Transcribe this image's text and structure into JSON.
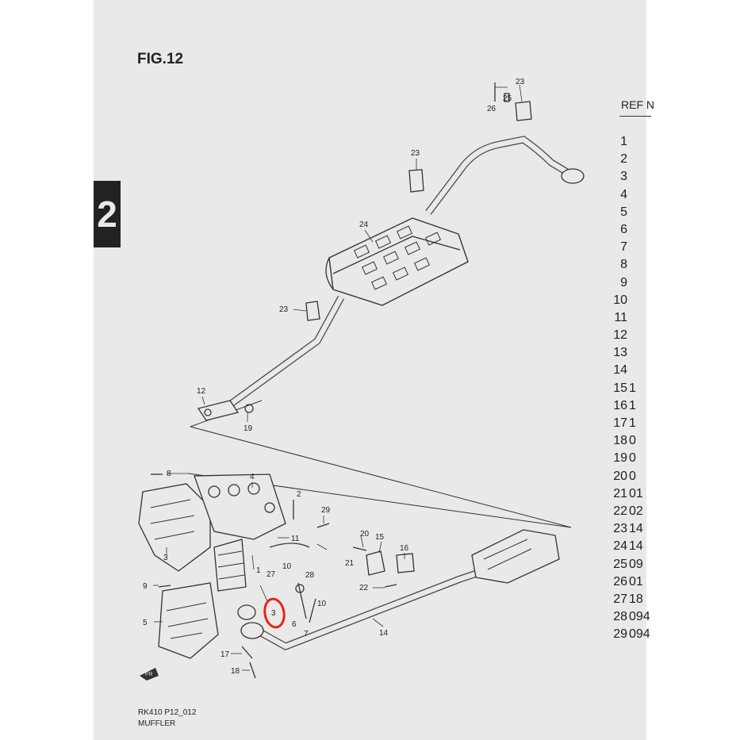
{
  "tab_number": "2",
  "figure_title": "FIG.12",
  "ref_header": "REF N",
  "ref_rows": [
    {
      "num": "1",
      "code": ""
    },
    {
      "num": "2",
      "code": ""
    },
    {
      "num": "3",
      "code": ""
    },
    {
      "num": "4",
      "code": ""
    },
    {
      "num": "5",
      "code": ""
    },
    {
      "num": "6",
      "code": ""
    },
    {
      "num": "7",
      "code": ""
    },
    {
      "num": "8",
      "code": ""
    },
    {
      "num": "9",
      "code": ""
    },
    {
      "num": "10",
      "code": ""
    },
    {
      "num": "11",
      "code": ""
    },
    {
      "num": "12",
      "code": ""
    },
    {
      "num": "13",
      "code": ""
    },
    {
      "num": "14",
      "code": ""
    },
    {
      "num": "15",
      "code": "1"
    },
    {
      "num": "16",
      "code": "1"
    },
    {
      "num": "17",
      "code": "1"
    },
    {
      "num": "18",
      "code": "0"
    },
    {
      "num": "19",
      "code": "0"
    },
    {
      "num": "20",
      "code": "0"
    },
    {
      "num": "21",
      "code": "01"
    },
    {
      "num": "22",
      "code": "02"
    },
    {
      "num": "23",
      "code": "14"
    },
    {
      "num": "24",
      "code": "14"
    },
    {
      "num": "25",
      "code": "09"
    },
    {
      "num": "26",
      "code": "01"
    },
    {
      "num": "27",
      "code": "18"
    },
    {
      "num": "28",
      "code": "094"
    },
    {
      "num": "29",
      "code": "094"
    }
  ],
  "callouts": {
    "c1": "1",
    "c2": "2",
    "c3": "3",
    "c3b": "3",
    "c4": "4",
    "c5": "5",
    "c6": "6",
    "c7": "7",
    "c8": "8",
    "c9": "9",
    "c10a": "10",
    "c10b": "10",
    "c11": "11",
    "c12": "12",
    "c14": "14",
    "c15": "15",
    "c16": "16",
    "c17": "17",
    "c18": "18",
    "c19": "19",
    "c20": "20",
    "c21": "21",
    "c22": "22",
    "c23a": "23",
    "c23b": "23",
    "c23c": "23",
    "c24": "24",
    "c25": "25",
    "c26": "26",
    "c27": "27",
    "c28": "28",
    "c29": "29"
  },
  "front_label": "FR",
  "footer": {
    "line1": "RK410 P12_012",
    "line2": "MUFFLER"
  },
  "highlight_color": "#e8221c"
}
